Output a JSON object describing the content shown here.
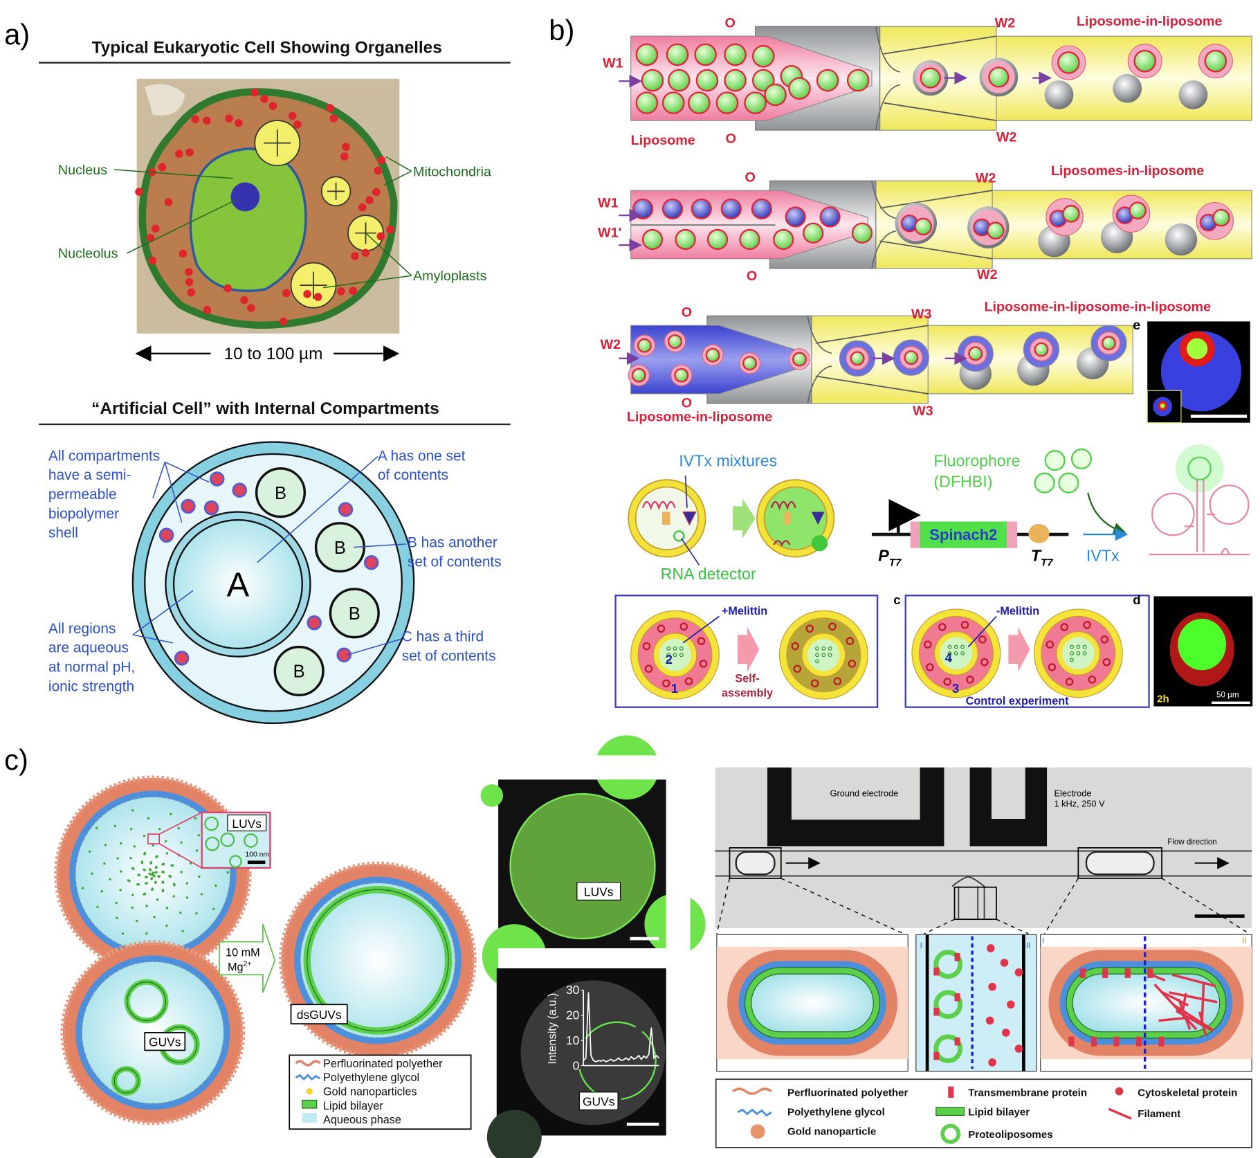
{
  "panel_a": {
    "label": "a)",
    "title_top": "Typical Eukaryotic Cell Showing Organelles",
    "cell_labels": {
      "nucleus": "Nucleus",
      "nucleolus": "Nucleolus",
      "mitochondria": "Mitochondria",
      "amyloplasts": "Amyloplasts"
    },
    "scale": "10 to 100 µm",
    "title_bottom": "“Artificial Cell” with Internal Compartments",
    "compartment_a": "A",
    "compartment_b": "B",
    "notes": {
      "shell": [
        "All compartments",
        "have a semi-",
        "permeable",
        "biopolymer",
        "shell"
      ],
      "a_contents": [
        "A has one set",
        "of contents"
      ],
      "b_contents": [
        "B has another",
        "set of contents"
      ],
      "c_contents": [
        "C has a third",
        "set of contents"
      ],
      "aqueous": [
        "All regions",
        "are aqueous",
        "at normal pH,",
        "ionic strength"
      ]
    }
  },
  "panel_b": {
    "label": "b)",
    "row1": {
      "o": "O",
      "w1": "W1",
      "w2": "W2",
      "liposome": "Liposome",
      "product": "Liposome-in-liposome"
    },
    "row2": {
      "o": "O",
      "w1": "W1",
      "w1p": "W1'",
      "w2": "W2",
      "product": "Liposomes-in-liposome"
    },
    "row3": {
      "o": "O",
      "w2": "W2",
      "w3": "W3",
      "input": "Liposome-in-liposome",
      "product": "Liposome-in-liposome-in-liposome",
      "inset_label": "e"
    },
    "ivtx": {
      "mixtures": "IVTx mixtures",
      "detector": "RNA detector",
      "fluorophore": "Fluorophore",
      "fluorophore_name": "(DFHBI)",
      "gene": "Spinach2",
      "promoter": "P",
      "promoter_sub": "T7",
      "terminator": "T",
      "terminator_sub": "T7",
      "ivtx": "IVTx"
    },
    "melittin": {
      "plus": "+Melittin",
      "minus": "-Melittin",
      "self1": "Self-",
      "self2": "assembly",
      "control": "Control experiment",
      "n1": "1",
      "n2": "2",
      "n3": "3",
      "n4": "4",
      "c_label": "c",
      "d_label": "d",
      "time": "2h",
      "scale": "50 µm"
    }
  },
  "panel_c": {
    "label": "c)",
    "luvs": "LUVs",
    "guvs": "GUVs",
    "dsguvs": "dsGUVs",
    "inset_scale": "100 nm",
    "arrow_line1": "10 mM",
    "arrow_line2": "Mg",
    "arrow_sup": "2+",
    "legend_left": [
      "Perfluorinated polyether",
      "Polyethylene glycol",
      "Gold nanoparticles",
      "Lipid bilayer",
      "Aqueous phase"
    ],
    "device": {
      "ground": "Ground electrode",
      "electrode": "Electrode",
      "electrode_spec": "1 kHz, 250 V",
      "flow": "Flow direction",
      "zone1": "I",
      "zone2": "II"
    },
    "legend_right": [
      "Perfluorinated polyether",
      "Transmembrane protein",
      "Cytoskeletal protein",
      "Polyethylene glycol",
      "Lipid bilayer",
      "Filament",
      "Gold nanoparticle",
      "Proteoliposomes"
    ]
  },
  "chart_data": {
    "type": "line",
    "title": "",
    "xlabel": "",
    "ylabel": "Intensity (a.u.)",
    "ylim": [
      0,
      30
    ],
    "yticks": [
      "0",
      "10",
      "20",
      "30"
    ],
    "x": [
      0,
      1,
      2,
      3,
      4,
      5,
      6,
      7,
      8,
      9,
      10,
      11,
      12,
      13,
      14,
      15,
      16,
      17,
      18,
      19,
      20,
      21,
      22,
      23,
      24,
      25,
      26,
      27,
      28,
      29,
      30
    ],
    "values": [
      2,
      3,
      29,
      4,
      2,
      1.5,
      2,
      1.8,
      2.2,
      1.5,
      2,
      2.5,
      1.8,
      2.2,
      3,
      2,
      2.4,
      3,
      2.2,
      3.5,
      2.6,
      3,
      4,
      2.5,
      3.8,
      3,
      4.5,
      15,
      3,
      4,
      3
    ]
  },
  "colors": {
    "pink": "#f3a9bf",
    "yellow": "#f6f08a",
    "gray": "#b9bcbf",
    "liposome_green": "#8ee66a",
    "blue": "#4a57d6",
    "orange": "#e38366",
    "peg_blue": "#4c8fdc",
    "aqueous": "#bfeaf2"
  }
}
